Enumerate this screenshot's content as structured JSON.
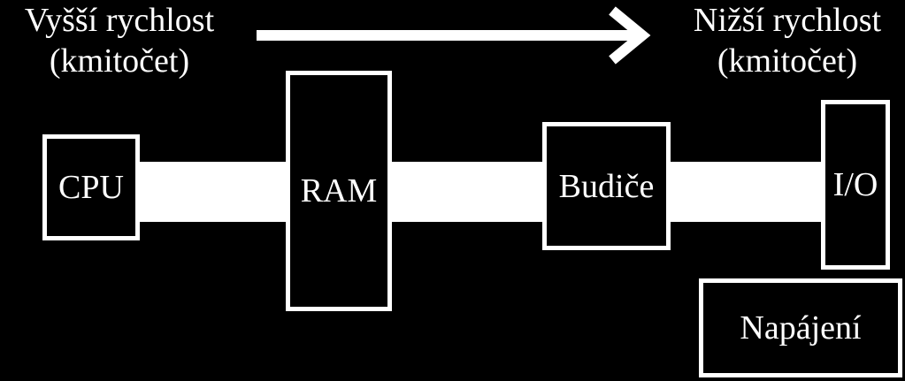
{
  "diagram": {
    "left_label": {
      "line1": "Vyšší rychlost",
      "line2": "(kmitočet)"
    },
    "right_label": {
      "line1": "Nižší rychlost",
      "line2": "(kmitočet)"
    },
    "blocks": {
      "cpu": "CPU",
      "ram": "RAM",
      "drivers": "Budiče",
      "io": "I/O",
      "power": "Napájení"
    },
    "colors": {
      "background": "#000000",
      "foreground": "#ffffff"
    }
  }
}
